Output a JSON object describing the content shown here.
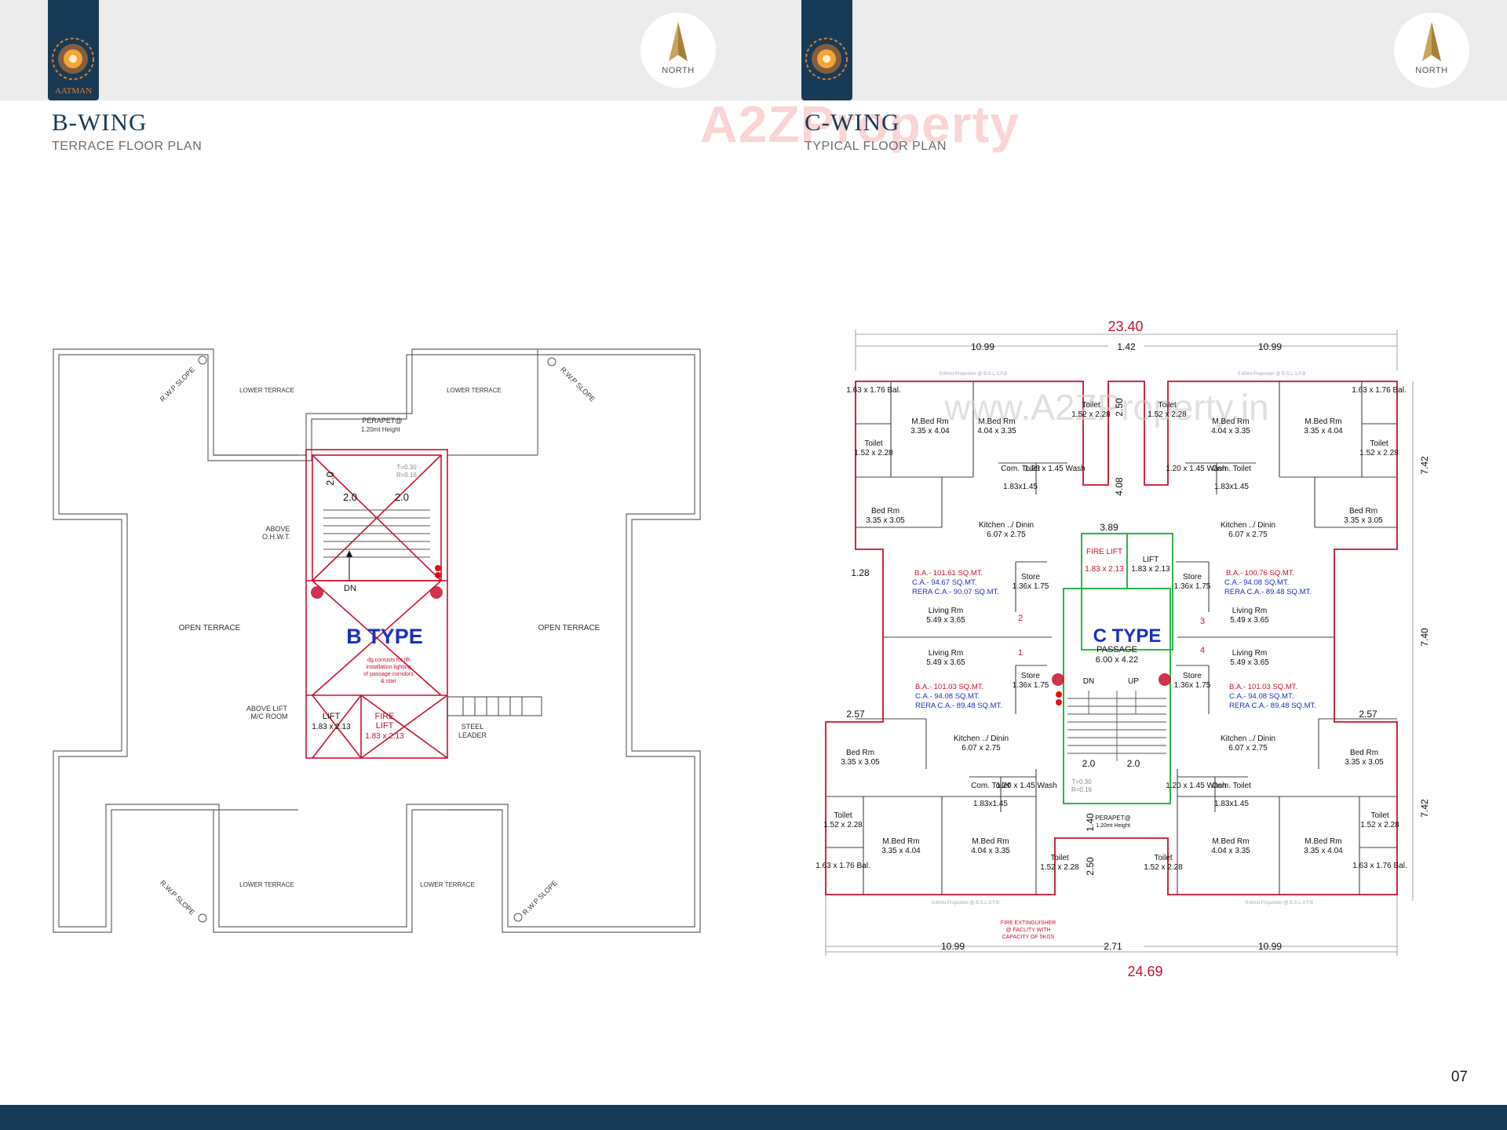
{
  "brand": {
    "logo_text": "AATMAN",
    "north_label": "NORTH"
  },
  "watermark": {
    "text": "A2ZProperty",
    "url_text": "www.A2ZProperty.in"
  },
  "left_plan": {
    "title": "B-WING",
    "subtitle": "TERRACE FLOOR PLAN",
    "type_label": "B TYPE",
    "labels": {
      "rwp_slope": "R.W.P SLOPE",
      "lower_terrace": "LOWER TERRACE",
      "perapet": "PERAPET@",
      "perapet_h": "1.20mt Height",
      "open_terrace": "OPEN TERRACE",
      "above_ohwt_1": "ABOVE",
      "above_ohwt_2": "O.H.W.T.",
      "above_lift_1": "ABOVE LIFT",
      "above_lift_2": "M/C ROOM",
      "steel_1": "STEEL",
      "steel_2": "LEADER",
      "lift": "LIFT",
      "lift_size": "1.83 x 2.13",
      "fire_1": "FIRE",
      "fire_2": "LIFT",
      "fire_size": "1.83 x 2.13",
      "dn": "DN",
      "tr_1": "T=0.30",
      "tr_2": "R=0.16",
      "dim_20": "2.0",
      "note_1": "dg.consists for lift",
      "note_2": "installation lighting",
      "note_3": "of passage corridors",
      "note_4": "& stair"
    }
  },
  "right_plan": {
    "title": "C-WING",
    "subtitle": "TYPICAL FLOOR PLAN",
    "type_label": "C TYPE",
    "dims": {
      "top_total": "23.40",
      "bottom_total": "24.69",
      "side": "10.99",
      "mid_top": "1.42",
      "mid_bottom": "2.71",
      "v1": "7.42",
      "v2": "7.40",
      "d250": "2.50",
      "d408": "4.08",
      "d389": "3.89",
      "d128": "1.28",
      "d257": "2.57",
      "d140": "1.40",
      "d20": "2.0"
    },
    "rooms": {
      "bal": "1.63 x 1.76 Bal.",
      "mbed_a": "M.Bed Rm",
      "mbed_a_size": "3.35 x 4.04",
      "mbed_b_size": "4.04 x 3.35",
      "toilet": "Toilet",
      "toilet_size": "1.52 x 2.28",
      "bed": "Bed Rm",
      "bed_size": "3.35 x 3.05",
      "kitchen": "Kitchen ../ Dinin",
      "kitchen_size": "6.07 x 2.75",
      "living": "Living Rm",
      "living_size": "5.49 x 3.65",
      "store": "Store",
      "store_size": "1.36x 1.75",
      "com_toilet": "Com. Toilet",
      "com_toilet_size": "1.83x1.45",
      "wash": "1.20 x 1.45 Wash",
      "lift": "LIFT",
      "lift_size": "1.83 x 2.13",
      "fire_lift": "FIRE LIFT",
      "passage": "PASSAGE",
      "passage_size": "6.00 x 4.22",
      "dn": "DN",
      "up": "UP",
      "perapet": "PERAPET@",
      "perapet_h": "1.20mt Height",
      "tr_1": "T=0.30",
      "tr_2": "R=0.16"
    },
    "units": [
      {
        "no": "1",
        "ba": "B.A.- 101.03 SQ.MT.",
        "ca": "C.A.- 94.08 SQ.MT.",
        "rera": "RERA C.A.- 89.48 SQ.MT."
      },
      {
        "no": "2",
        "ba": "B.A.- 101.61 SQ.MT.",
        "ca": "C.A.- 94.67 SQ.MT.",
        "rera": "RERA C.A.- 90.07 SQ.MT."
      },
      {
        "no": "3",
        "ba": "B.A.- 100.76 SQ.MT.",
        "ca": "C.A.- 94.08 SQ.MT.",
        "rera": "RERA C.A.- 89.48 SQ.MT."
      },
      {
        "no": "4",
        "ba": "B.A.- 101.03 SQ.MT.",
        "ca": "C.A.- 94.08 SQ.MT.",
        "rera": "RERA C.A.- 89.48 SQ.MT."
      }
    ],
    "fire_ext": [
      "FIRE EXTINGUISHER",
      "@ FACLITY WITH",
      "CAPACITY OF 5KGS"
    ],
    "projection": "0.60mt Projection @ B.S.L.V.F.B"
  },
  "page": {
    "number": "07"
  },
  "colors": {
    "navy": "#173b57",
    "red": "#c8102e",
    "blue": "#1b2fbf",
    "green": "#2db34a",
    "orange": "#e07a2a"
  }
}
